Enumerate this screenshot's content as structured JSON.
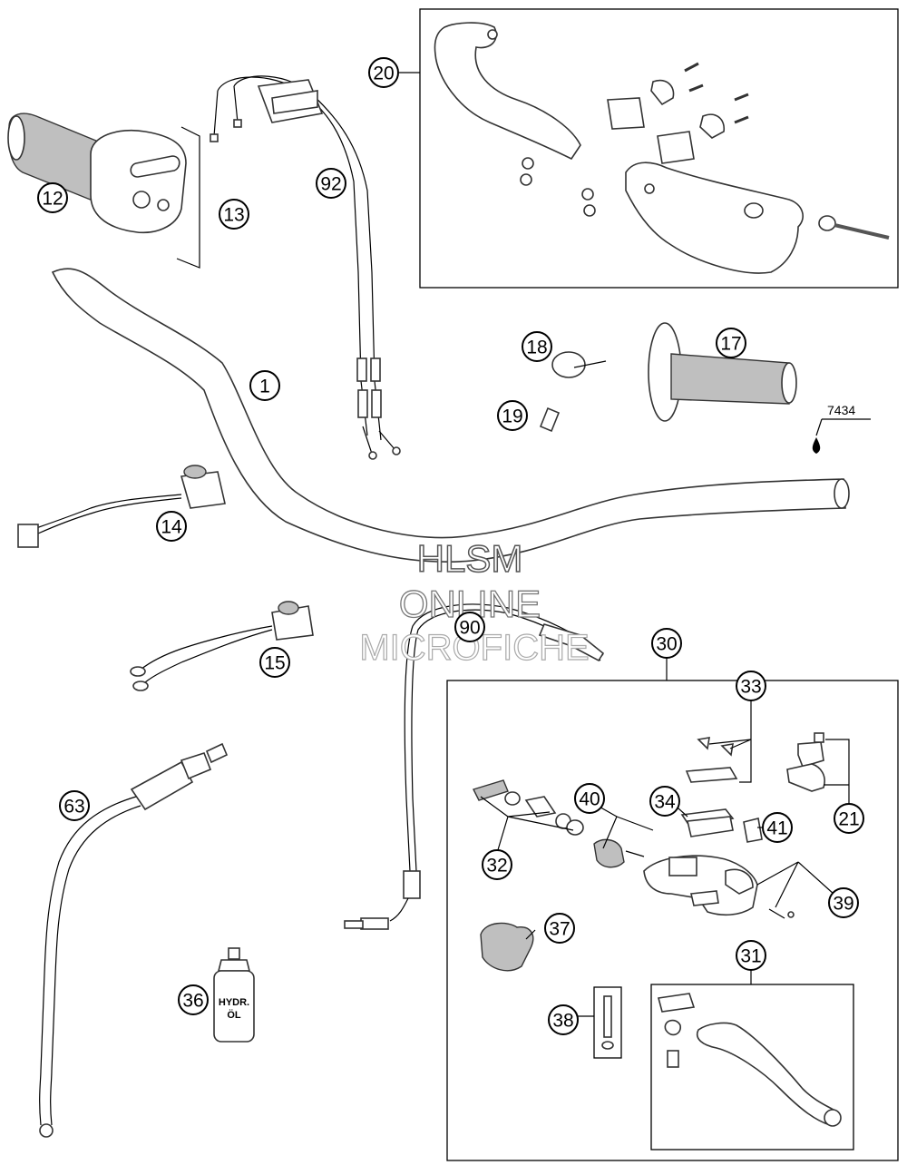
{
  "diagram": {
    "callouts": [
      "1",
      "12",
      "13",
      "92",
      "20",
      "18",
      "17",
      "19",
      "14",
      "15",
      "90",
      "30",
      "33",
      "21",
      "63",
      "40",
      "34",
      "41",
      "32",
      "39",
      "37",
      "31",
      "38",
      "36"
    ],
    "reference_label": "7434",
    "oil_label_line1": "HYDR.",
    "oil_label_line2": "ÖL",
    "watermark": {
      "line1": "HLSM",
      "line2": "ONLINE",
      "line3": "MICROFICHE"
    }
  }
}
